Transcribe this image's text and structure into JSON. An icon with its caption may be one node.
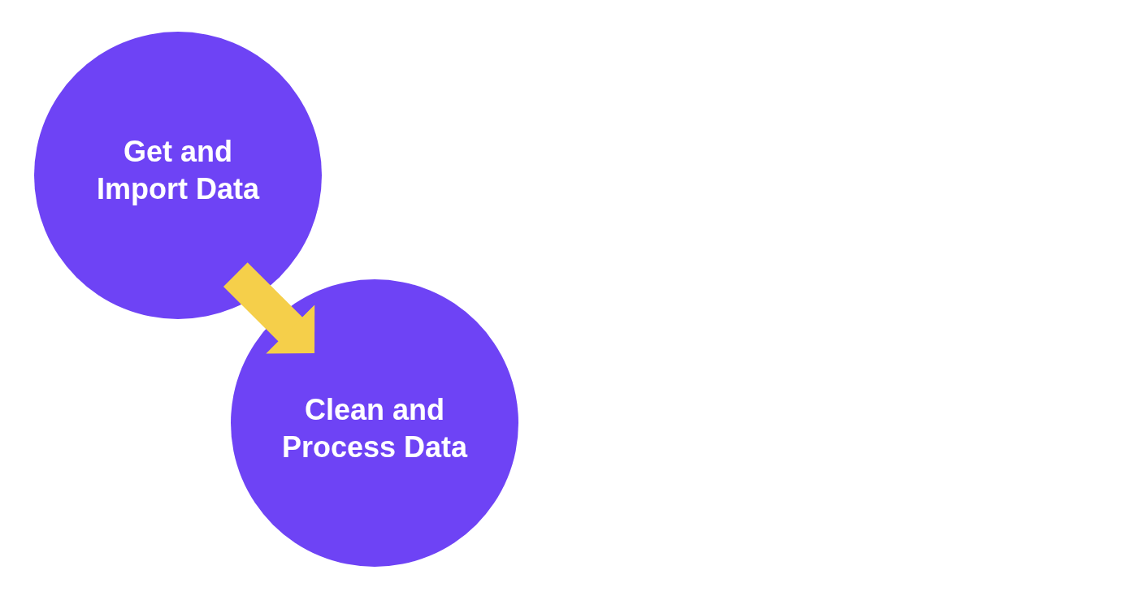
{
  "diagram": {
    "nodes": [
      {
        "text": [
          "Get and Import Data"
        ]
      },
      {
        "text": [
          "Clean and Process Data"
        ]
      }
    ],
    "edges": [
      {
        "from": 0,
        "to": 1,
        "arrow": "to"
      }
    ]
  }
}
